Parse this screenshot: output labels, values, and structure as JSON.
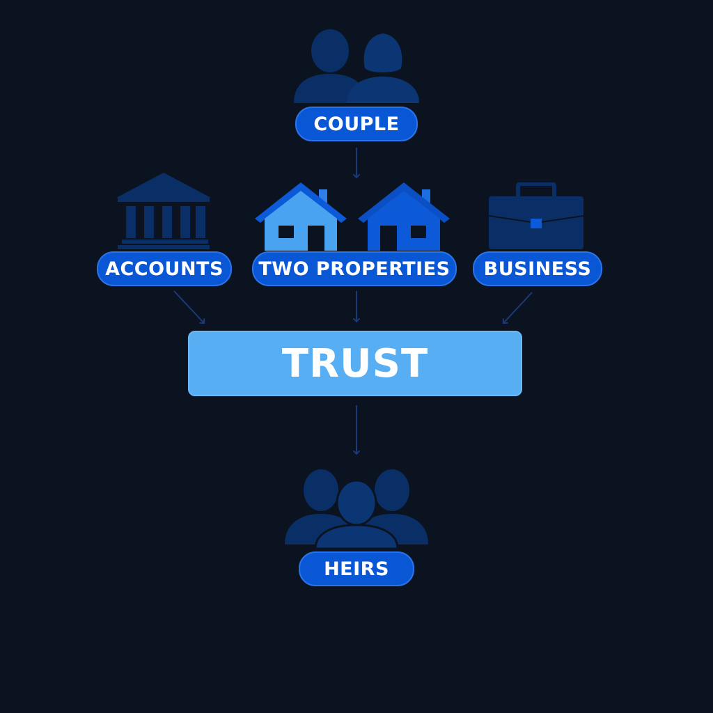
{
  "nodes": {
    "couple": "COUPLE",
    "accounts": "ACCOUNTS",
    "two_properties": "TWO PROPERTIES",
    "business": "BUSINESS",
    "trust": "TRUST",
    "heirs": "HEIRS"
  },
  "icons": {
    "couple": "couple-icon",
    "accounts": "bank-icon",
    "two_properties": "houses-icon",
    "business": "briefcase-icon",
    "heirs": "group-icon"
  },
  "colors": {
    "background": "#0c1320",
    "pill": "#0a57d6",
    "trust": "#58aef2",
    "icon_dark": "#0b3370",
    "icon_light": "#4aa3f0",
    "icon_mid": "#0c5ad8",
    "arrow": "#1b3a7a"
  }
}
